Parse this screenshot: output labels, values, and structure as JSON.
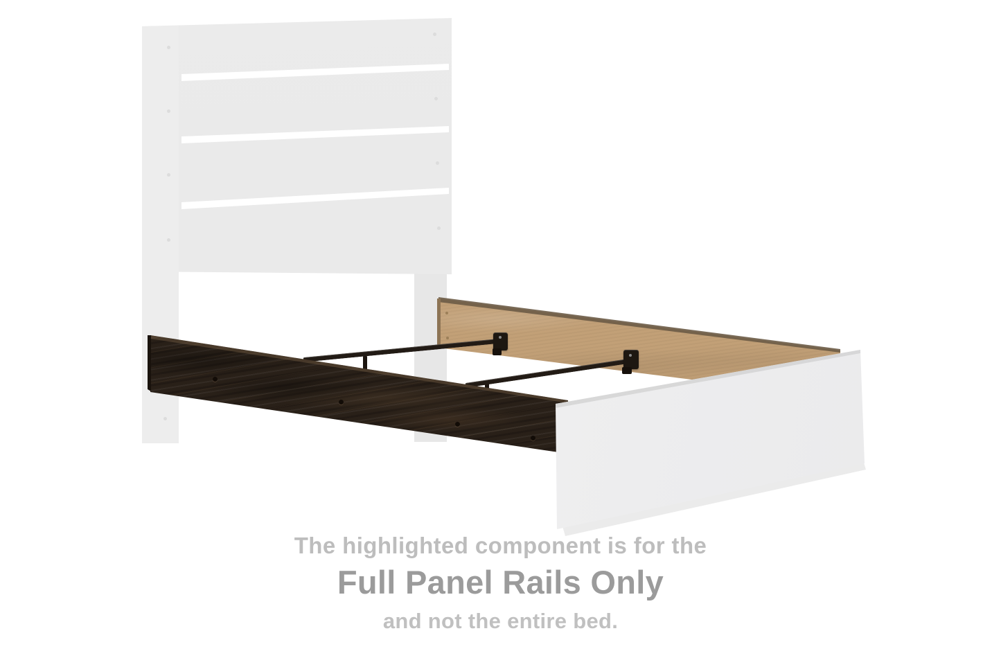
{
  "caption": {
    "line1": "The highlighted component is for the",
    "line2": "Full Panel Rails Only",
    "line3": "and not the entire bed."
  },
  "colors": {
    "background": "#ffffff",
    "ghost": "#eaeaea",
    "ghost_leg": "#e7e7e7",
    "ghost_stile": "#ededed",
    "inner_rail_panel": "#c2a077",
    "highlighted_rail": "#292018",
    "metal": "#221b15",
    "caption_primary": "#9b9b9b",
    "caption_secondary": "#bdbdbd",
    "caption_tertiary": "#c0c0c0"
  }
}
